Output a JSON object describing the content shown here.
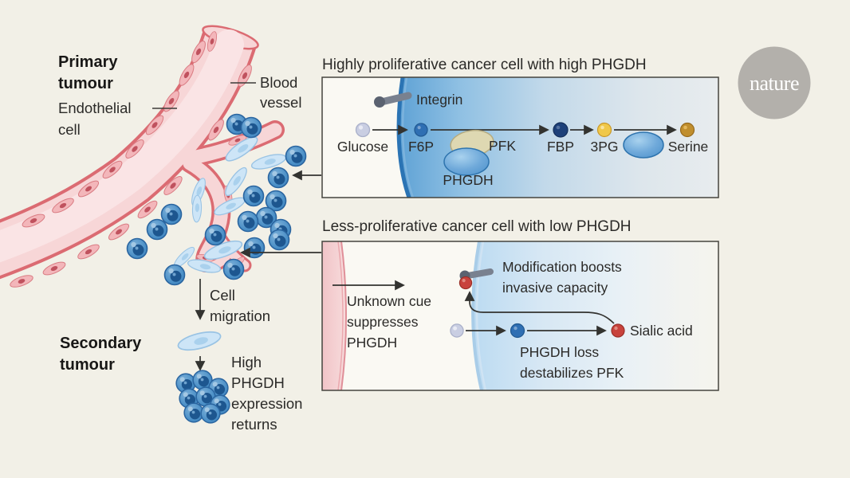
{
  "brand": {
    "logo_text": "nature",
    "logo_color": "#b3b0ab"
  },
  "left_illustration": {
    "primary_tumour_label": {
      "line1": "Primary",
      "line2": "tumour"
    },
    "endothelial_label": {
      "line1": "Endothelial",
      "line2": "cell"
    },
    "blood_vessel_label": {
      "line1": "Blood",
      "line2": "vessel"
    },
    "cell_migration_label": {
      "line1": "Cell",
      "line2": "migration"
    },
    "secondary_tumour_label": {
      "line1": "Secondary",
      "line2": "tumour"
    },
    "high_phgdh_label": {
      "line1": "High",
      "line2": "PHGDH",
      "line3": "expression",
      "line4": "returns"
    }
  },
  "high_phgdh_panel": {
    "title": "Highly proliferative cancer cell with high PHGDH",
    "integrin_label": "Integrin",
    "pathway": {
      "glucose": "Glucose",
      "f6p": "F6P",
      "pfk": "PFK",
      "phgdh": "PHGDH",
      "fbp": "FBP",
      "threepg": "3PG",
      "serine": "Serine"
    }
  },
  "low_phgdh_panel": {
    "title": "Less-proliferative cancer cell with low PHGDH",
    "unknown_cue_label": {
      "line1": "Unknown cue",
      "line2": "suppresses",
      "line3": "PHGDH"
    },
    "modification_label": {
      "line1": "Modification boosts",
      "line2": "invasive capacity"
    },
    "sialic_acid_label": "Sialic acid",
    "phgdh_loss_label": {
      "line1": "PHGDH loss",
      "line2": "destabilizes PFK"
    }
  },
  "colors": {
    "background_cream": "#f2f0e7",
    "panel_face": "#faf9f3",
    "panel_border": "#45443f",
    "cancer_cell_blue": "#4a8fc7",
    "cancer_nucleus_blue": "#1d568f",
    "vessel_pink": "#f7d6d7",
    "vessel_outline": "#db6b72",
    "vessel_lumen": "#fae4e5",
    "endothelial_bump_pink": "#f3b6ba",
    "endothelial_nucleus": "#c0525e",
    "migrating_cell_blue": "#cde5f7",
    "migrating_cell_edge": "#99c3e4",
    "membrane_blue": "#2b74b4",
    "membrane_light_blue": "#a9cde8",
    "glucose_fill": "#c9cee2",
    "f6p_fill": "#2f6fb3",
    "fbp_fill": "#1d4079",
    "threepg_fill": "#f0c84a",
    "serine_fill": "#c08e2e",
    "sialic_red": "#c8423c",
    "pfk_enzyme_tan": "#ded8b2",
    "phgdh_enzyme_blue": "#5f9fd4",
    "integrin_gray": "#79818f",
    "arrow_dark": "#333330",
    "text_dark": "#2b2a28"
  }
}
